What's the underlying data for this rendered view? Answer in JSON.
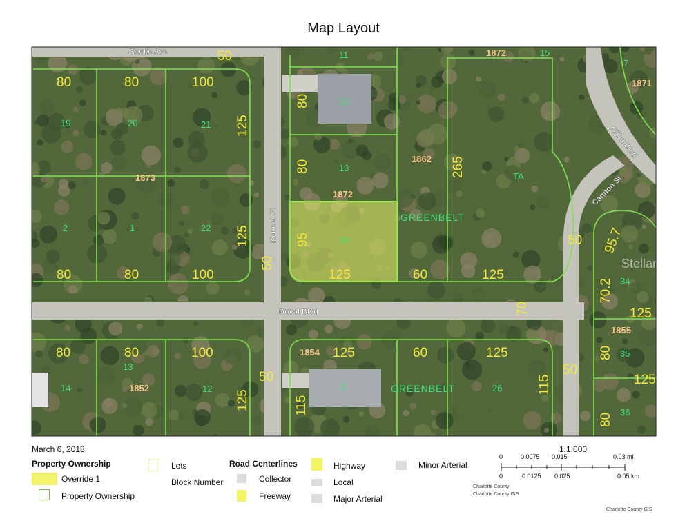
{
  "title": "Map Layout",
  "date": "March 6, 2018",
  "legend": {
    "property_ownership": {
      "heading": "Property Ownership",
      "items": [
        "Override 1",
        "Property Ownership"
      ]
    },
    "lots": "Lots",
    "block_number": "Block Number",
    "road_centerlines": {
      "heading": "Road Centerlines",
      "items": [
        "Collector",
        "Freeway",
        "Highway",
        "Local",
        "Major Arterial",
        "Minor Arterial"
      ]
    },
    "colors": {
      "override": "#f0f36b",
      "property_outline": "#6fbf4a",
      "freeway": "#f4f562",
      "highway": "#f4f562",
      "collector": "#dcdcdc",
      "local": "#dcdcdc",
      "major_arterial": "#dcdcdc",
      "minor_arterial": "#dcdcdc"
    }
  },
  "scale": {
    "ratio": "1:1,000",
    "mi_ticks": [
      "0",
      "0.0075",
      "0.015",
      "0.03 mi"
    ],
    "km_ticks": [
      "0",
      "0.0125",
      "0.025",
      "0.05 km"
    ]
  },
  "credits": {
    "line1": "Charlotte County",
    "line2": "Charlotte County GIS",
    "footer": "Charlotte County GIS"
  },
  "watermark": "StellarMLS",
  "map": {
    "roads": [
      "Storke Ave",
      "Kennel St",
      "Duval Blvd",
      "Gillot Blvd",
      "Cannon St"
    ],
    "dimensions": [
      "80",
      "80",
      "100",
      "125",
      "125",
      "80",
      "80",
      "100",
      "80",
      "80",
      "95",
      "125",
      "60",
      "125",
      "265",
      "50",
      "70",
      "95.7",
      "70.2",
      "125",
      "125",
      "80",
      "80",
      "80",
      "80",
      "100",
      "125",
      "125",
      "60",
      "125",
      "115",
      "115",
      "50",
      "50",
      "50",
      "50"
    ],
    "lot_numbers": [
      "11",
      "15",
      "7",
      "12",
      "19",
      "20",
      "21",
      "13",
      "TA",
      "2",
      "1",
      "22",
      "14",
      "34",
      "35",
      "36",
      "13",
      "14",
      "12",
      "1",
      "26"
    ],
    "greenbelt": [
      "GREENBELT",
      "GREENBELT"
    ],
    "block_numbers": [
      "1872",
      "1871",
      "1862",
      "1873",
      "1872",
      "1855",
      "1854",
      "1852"
    ],
    "highlight_color": "#f0f36b"
  }
}
